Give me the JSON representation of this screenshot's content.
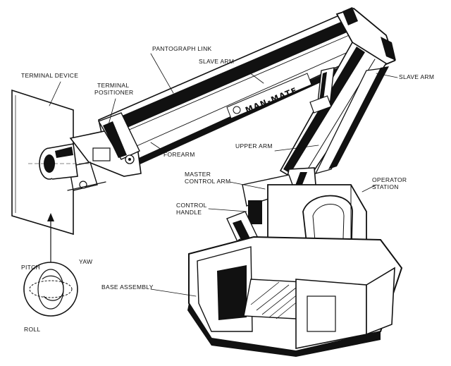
{
  "labels": {
    "pantograph_link": "PANTOGRAPH LINK",
    "slave_arm_top": "SLAVE ARM",
    "slave_arm_right": "SLAVE ARM",
    "terminal_device": "TERMINAL DEVICE",
    "terminal_positioner_line1": "TERMINAL",
    "terminal_positioner_line2": "POSITIONER",
    "forearm": "FOREARM",
    "upper_arm": "UPPER ARM",
    "master_control_arm_line1": "MASTER",
    "master_control_arm_line2": "CONTROL ARM",
    "operator_station_line1": "OPERATOR",
    "operator_station_line2": "STATION",
    "control_handle_line1": "CONTROL",
    "control_handle_line2": "HANDLE",
    "base_assembly": "BASE ASSEMBLY",
    "pitch": "PITCH",
    "yaw": "YAW",
    "roll": "ROLL"
  },
  "brand": "MAN-MATE"
}
